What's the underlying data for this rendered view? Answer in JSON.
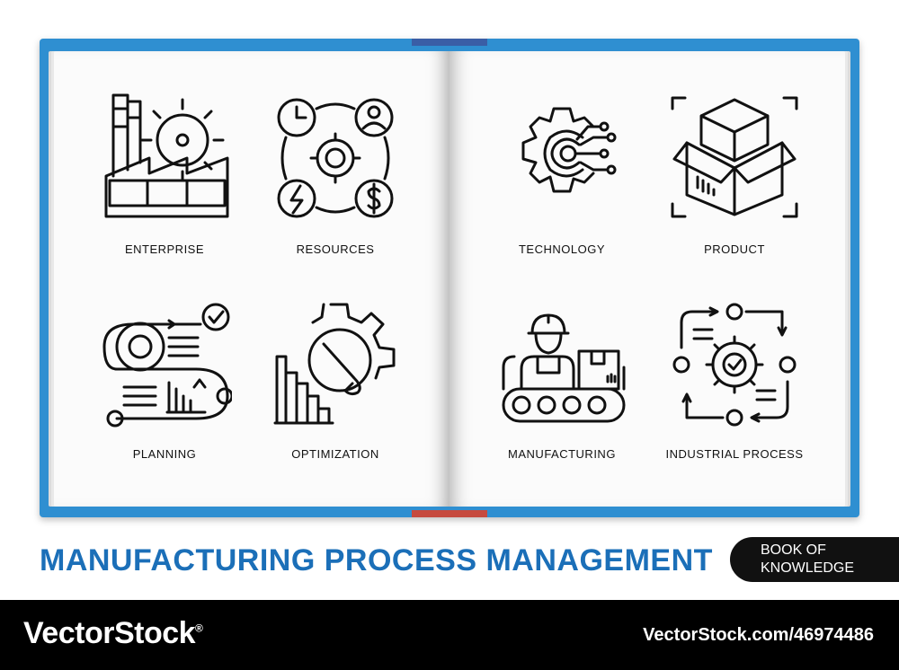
{
  "book": {
    "left_page": [
      {
        "label": "ENTERPRISE",
        "icon": "factory-gear-icon"
      },
      {
        "label": "RESOURCES",
        "icon": "resources-cycle-icon"
      },
      {
        "label": "PLANNING",
        "icon": "planning-flow-icon"
      },
      {
        "label": "OPTIMIZATION",
        "icon": "gear-wrench-chart-icon"
      }
    ],
    "right_page": [
      {
        "label": "TECHNOLOGY",
        "icon": "gear-circuit-icon"
      },
      {
        "label": "PRODUCT",
        "icon": "open-box-icon"
      },
      {
        "label": "MANUFACTURING",
        "icon": "worker-conveyor-icon"
      },
      {
        "label": "INDUSTRIAL PROCESS",
        "icon": "process-cycle-icon"
      }
    ]
  },
  "title": "MANUFACTURING PROCESS MANAGEMENT",
  "badge": {
    "line1": "BOOK OF",
    "line2": "KNOWLEDGE"
  },
  "footer": {
    "brand": "VectorStock",
    "brand_suffix": "®",
    "image_id": "VectorStock.com/46974486"
  },
  "colors": {
    "book_cover": "#2f8fd1",
    "title": "#1b6fb8",
    "footer": "#000000"
  }
}
